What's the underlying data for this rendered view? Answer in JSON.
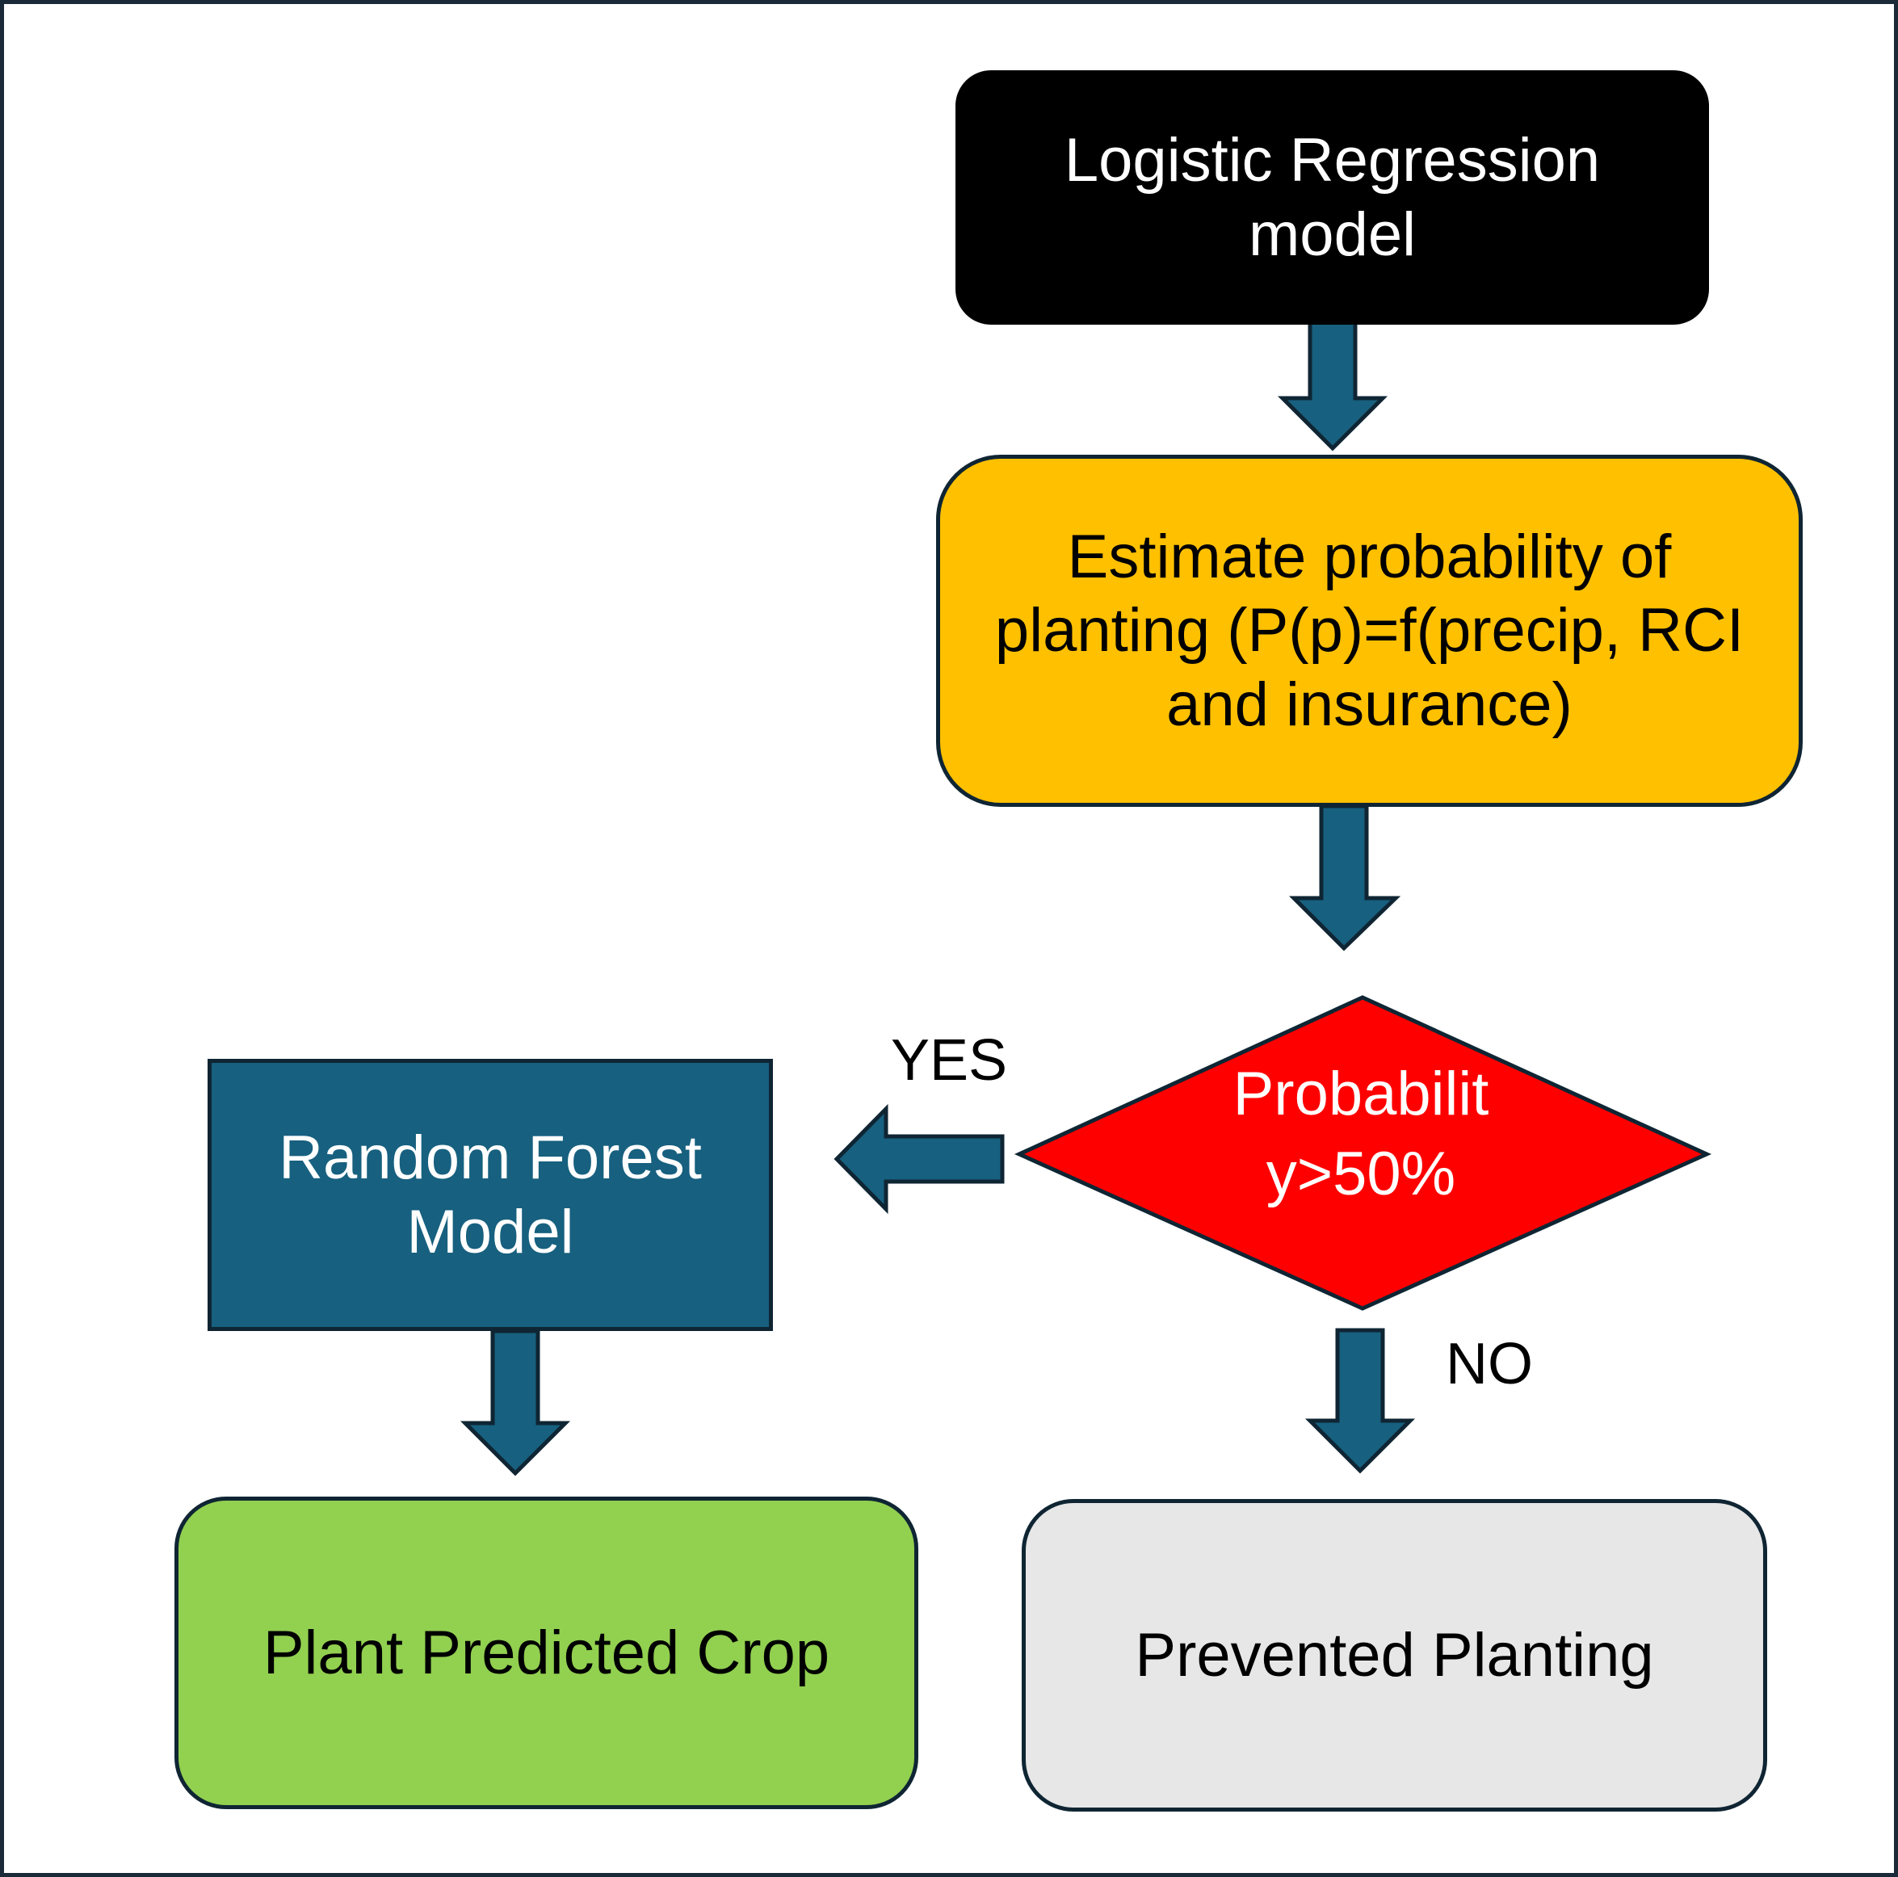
{
  "colors": {
    "frame_border": "#1b2a38",
    "arrow_fill": "#17607f",
    "arrow_stroke": "#0f2533",
    "logit_fill": "#000000",
    "estimate_fill": "#ffc000",
    "decision_fill": "#ff0000",
    "rf_fill": "#17607f",
    "plant_fill": "#92d050",
    "prevented_fill": "#e7e7e7",
    "light_text": "#ffffff",
    "dark_text": "#000000"
  },
  "nodes": {
    "logistic_regression": {
      "text": "Logistic Regression\nmodel"
    },
    "estimate": {
      "text": "Estimate probability of planting (P(p)=f(precip, RCI and insurance)"
    },
    "decision": {
      "text": "Probabilit\ny>50%"
    },
    "random_forest": {
      "text": "Random Forest\nModel"
    },
    "plant_crop": {
      "text": "Plant Predicted Crop"
    },
    "prevented": {
      "text": "Prevented Planting"
    }
  },
  "edges": {
    "yes_label": "YES",
    "no_label": "NO"
  }
}
